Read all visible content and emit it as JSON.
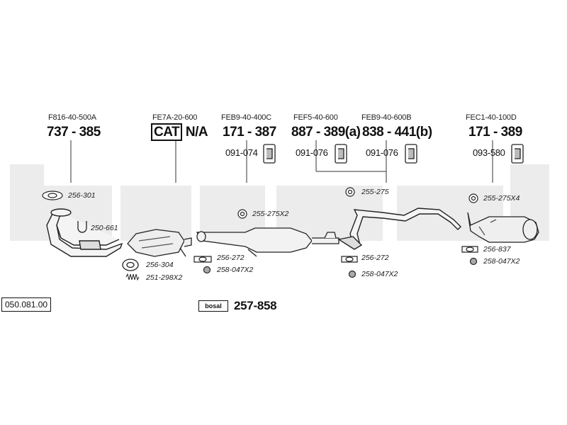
{
  "reference_number": "050.081.00",
  "watermark": "bosal",
  "columns": [
    {
      "oe": "F816-40-500A",
      "part": "737 - 385"
    },
    {
      "oe": "FE7A-20-600",
      "cat": "CAT",
      "part": "N/A"
    },
    {
      "oe": "FEB9-40-400C",
      "part": "171 - 387",
      "clamp": "091-074"
    },
    {
      "oe": "FEF5-40-600",
      "part": "887 - 389(a)",
      "clamp": "091-076"
    },
    {
      "oe": "FEB9-40-600B",
      "part": "838 - 441(b)",
      "clamp": "091-076"
    },
    {
      "oe": "FEC1-40-100D",
      "part": "171 - 389",
      "clamp": "093-580"
    }
  ],
  "callouts": {
    "c1": "256-301",
    "c2": "250-661",
    "c3": "256-304",
    "c4": "251-298X2",
    "c5": "255-275X2",
    "c6": "256-272",
    "c7": "258-047X2",
    "c8": "255-275",
    "c9": "256-272",
    "c10": "258-047X2",
    "c11": "255-275X4",
    "c12": "256-837",
    "c13": "258-047X2"
  },
  "kit": {
    "logo": "bosal",
    "part": "257-858"
  }
}
